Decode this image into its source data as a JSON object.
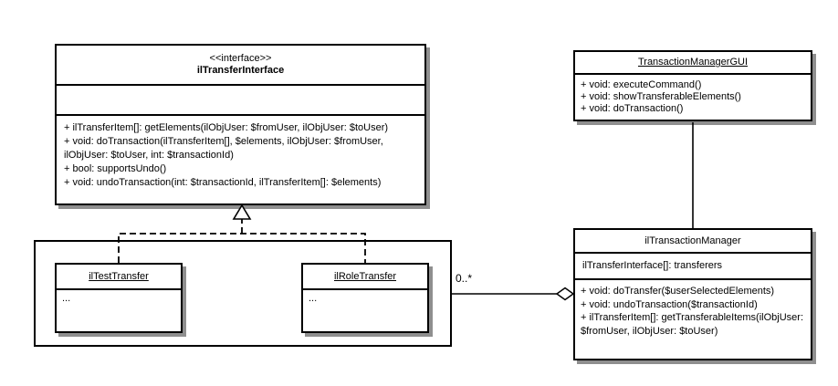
{
  "classes": {
    "transfer_interface": {
      "stereotype": "<<interface>>",
      "name": "ilTransferInterface",
      "attributes": [],
      "methods": [
        "+ ilTransferItem[]: getElements(ilObjUser: $fromUser, ilObjUser: $toUser)",
        "+ void: doTransaction(ilTransferItem[], $elements, ilObjUser: $fromUser, ilObjUser: $toUser, int: $transactionId)",
        "+ bool: supportsUndo()",
        "+ void: undoTransaction(int: $transactionId, ilTransferItem[]: $elements)"
      ]
    },
    "transaction_manager_gui": {
      "name": "TransactionManagerGUI",
      "methods": [
        "+ void: executeCommand()",
        "+ void: showTransferableElements()",
        "+ void: doTransaction()"
      ]
    },
    "transaction_manager": {
      "name": "ilTransactionManager",
      "attributes": [
        "ilTransferInterface[]: transferers"
      ],
      "methods": [
        "+ void: doTransfer($userSelectedElements)",
        "+ void: undoTransaction($transactionId)",
        "+ ilTransferItem[]: getTransferableItems(ilObjUser: $fromUser, ilObjUser: $toUser)"
      ]
    },
    "test_transfer": {
      "name": "ilTestTransfer",
      "body": "..."
    },
    "role_transfer": {
      "name": "ilRoleTransfer",
      "body": "..."
    }
  },
  "relations": {
    "realization": "dashed generalization from ilTestTransfer and ilRoleTransfer to ilTransferInterface",
    "aggregation_multiplicity": "0..*",
    "association": "TransactionManagerGUI to ilTransactionManager"
  },
  "colors": {
    "line": "#000000",
    "box_fill": "#ffffff",
    "shadow": "#8f8f8f",
    "background": "#ffffff",
    "text": "#000000"
  }
}
